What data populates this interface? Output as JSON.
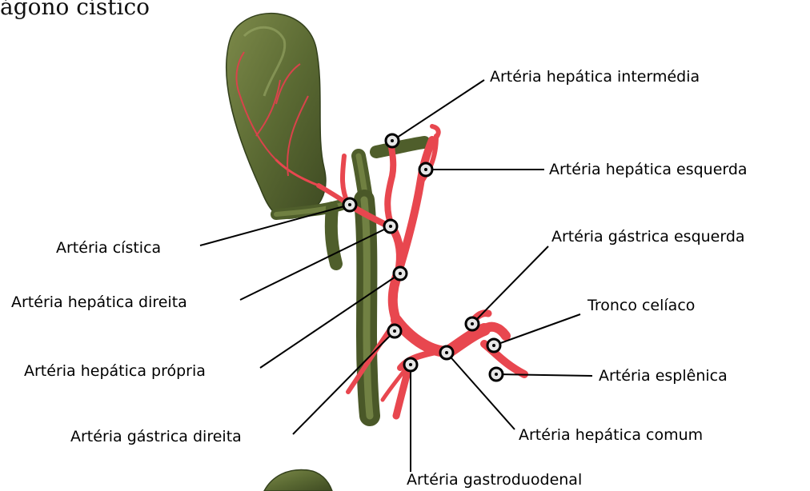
{
  "heading": "ágono cístico",
  "labels": {
    "intermedia": "Artéria hepática intermédia",
    "esquerda": "Artéria hepática esquerda",
    "gastrica_esquerda": "Artéria gástrica esquerda",
    "tronco": "Tronco celíaco",
    "esplenica": "Artéria esplênica",
    "hepatica_comum": "Artéria hepática comum",
    "gastroduodenal": "Artéria gastroduodenal",
    "cistica": "Artéria cística",
    "hepatica_direita": "Artéria hepática direita",
    "hepatica_propria": "Artéria hepática própria",
    "gastrica_direita": "Artéria gástrica direita"
  },
  "colors": {
    "gallbladder": "#5e6b38",
    "duct": "#6b7a3e",
    "artery": "#e8474f",
    "leader": "#000000",
    "marker_fill": "#e6e6e6"
  }
}
